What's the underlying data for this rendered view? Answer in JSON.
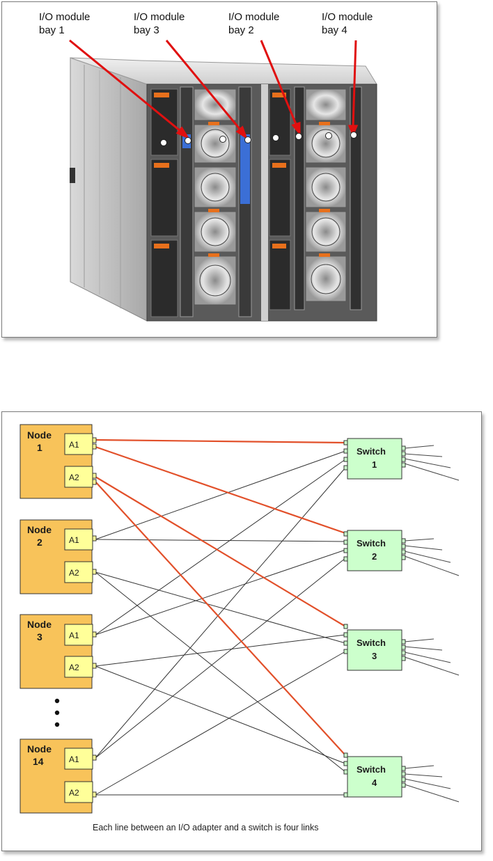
{
  "photo": {
    "labels": [
      "I/O module\nbay 1",
      "I/O module\nbay 3",
      "I/O module\nbay 2",
      "I/O module\nbay 4"
    ],
    "arrow_color": "#e01010"
  },
  "diagram": {
    "nodes": [
      {
        "title": "Node",
        "number": "1",
        "adapters": [
          "A1",
          "A2"
        ]
      },
      {
        "title": "Node",
        "number": "2",
        "adapters": [
          "A1",
          "A2"
        ]
      },
      {
        "title": "Node",
        "number": "3",
        "adapters": [
          "A1",
          "A2"
        ]
      },
      {
        "title": "Node",
        "number": "14",
        "adapters": [
          "A1",
          "A2"
        ]
      }
    ],
    "ellipsis": "⋮",
    "switches": [
      {
        "title": "Switch",
        "number": "1"
      },
      {
        "title": "Switch",
        "number": "2"
      },
      {
        "title": "Switch",
        "number": "3"
      },
      {
        "title": "Switch",
        "number": "4"
      }
    ],
    "caption": "Each line between an I/O adapter and a switch is four links",
    "colors": {
      "node_fill": "#f8c35a",
      "adapter_fill": "#ffff99",
      "switch_fill": "#ccffcc",
      "highlight_line": "#e2502a",
      "normal_line": "#333333"
    }
  }
}
